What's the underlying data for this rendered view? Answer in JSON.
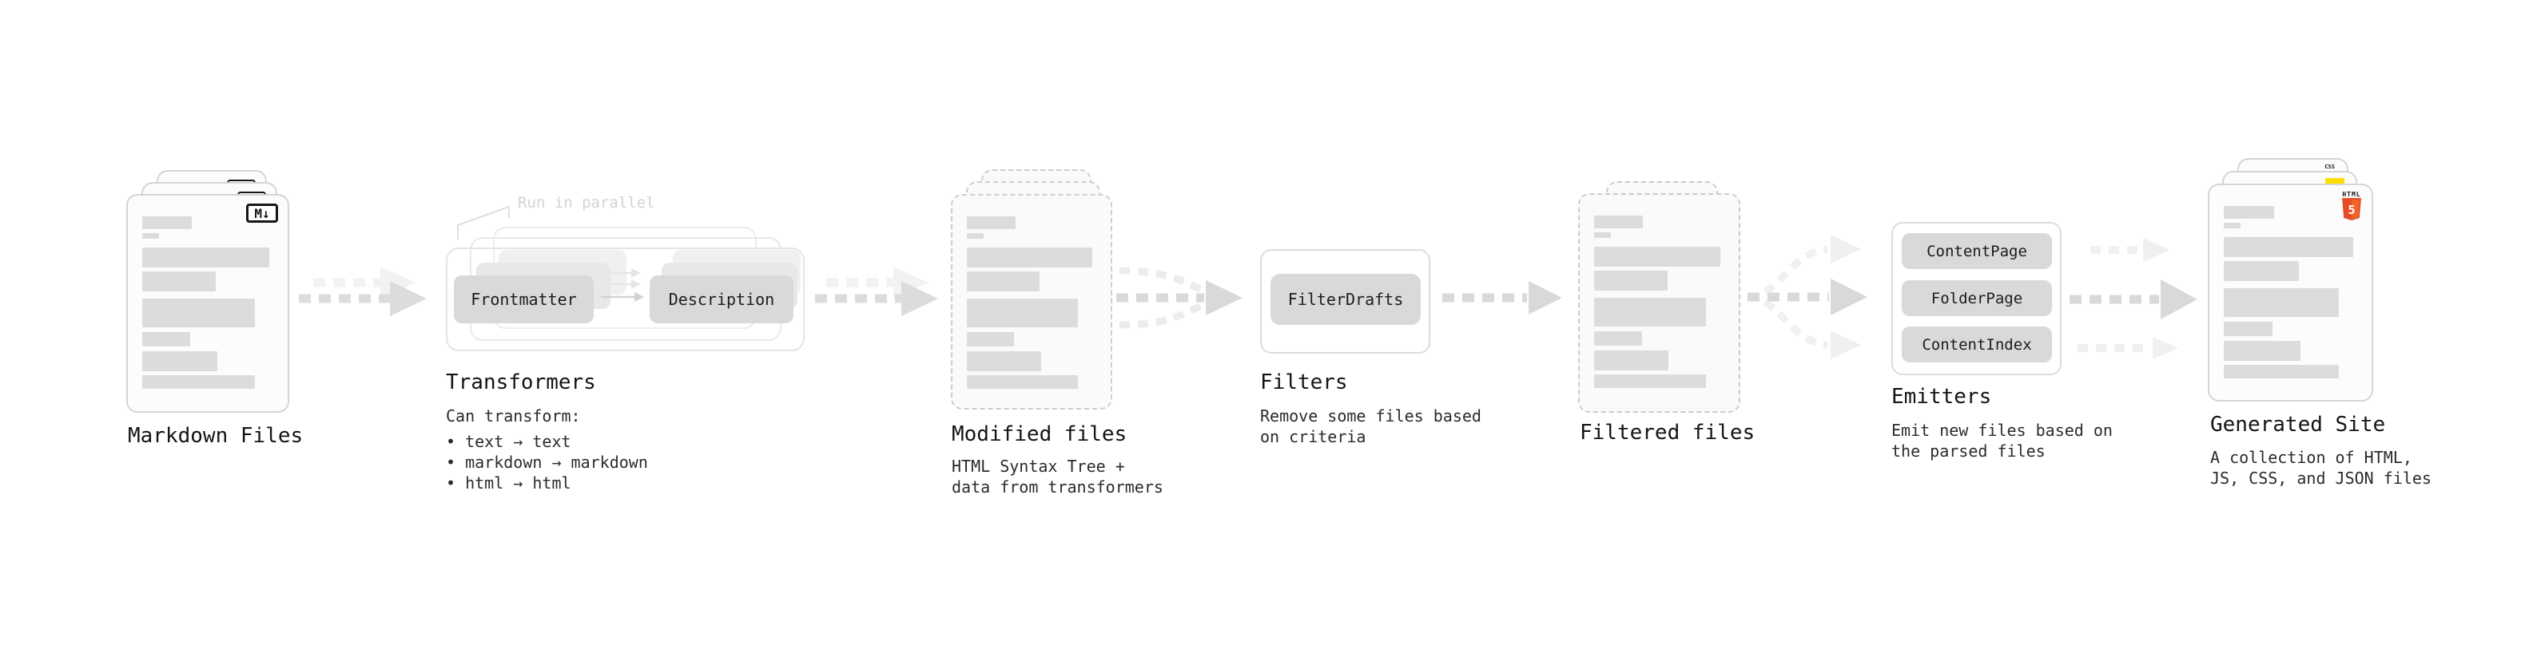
{
  "pipeline": {
    "markdown_files": {
      "label": "Markdown Files",
      "badge": "M↓"
    },
    "transformers": {
      "label": "Transformers",
      "annotation": "Run in parallel",
      "input_pill": "Frontmatter",
      "output_pill": "Description",
      "desc_title": "Can transform:",
      "bullets": [
        "• text → text",
        "• markdown → markdown",
        "• html → html"
      ]
    },
    "modified_files": {
      "label": "Modified files",
      "desc": [
        "HTML Syntax Tree +",
        "data from transformers"
      ]
    },
    "filters": {
      "label": "Filters",
      "pill": "FilterDrafts",
      "desc": [
        "Remove some files based",
        "on criteria"
      ]
    },
    "filtered_files": {
      "label": "Filtered files"
    },
    "emitters": {
      "label": "Emitters",
      "pills": [
        "ContentPage",
        "FolderPage",
        "ContentIndex"
      ],
      "desc": [
        "Emit new files based on",
        "the parsed files"
      ]
    },
    "generated_site": {
      "label": "Generated Site",
      "desc": [
        "A collection of HTML,",
        "JS, CSS, and JSON files"
      ],
      "css_badge": "CSS",
      "html_badge_title": "HTML",
      "html_badge_number": "5"
    }
  },
  "colors": {
    "pill_gray": "#d9d9d9",
    "bar_gray": "#dcdcdc",
    "arrow_gray": "#dcdcdc",
    "arrow_light": "#f2f2f2",
    "html5_orange": "#e44d26",
    "html5_orange_light": "#f16529",
    "css_blue": "#2b63e8",
    "js_yellow": "#ffdf00"
  }
}
